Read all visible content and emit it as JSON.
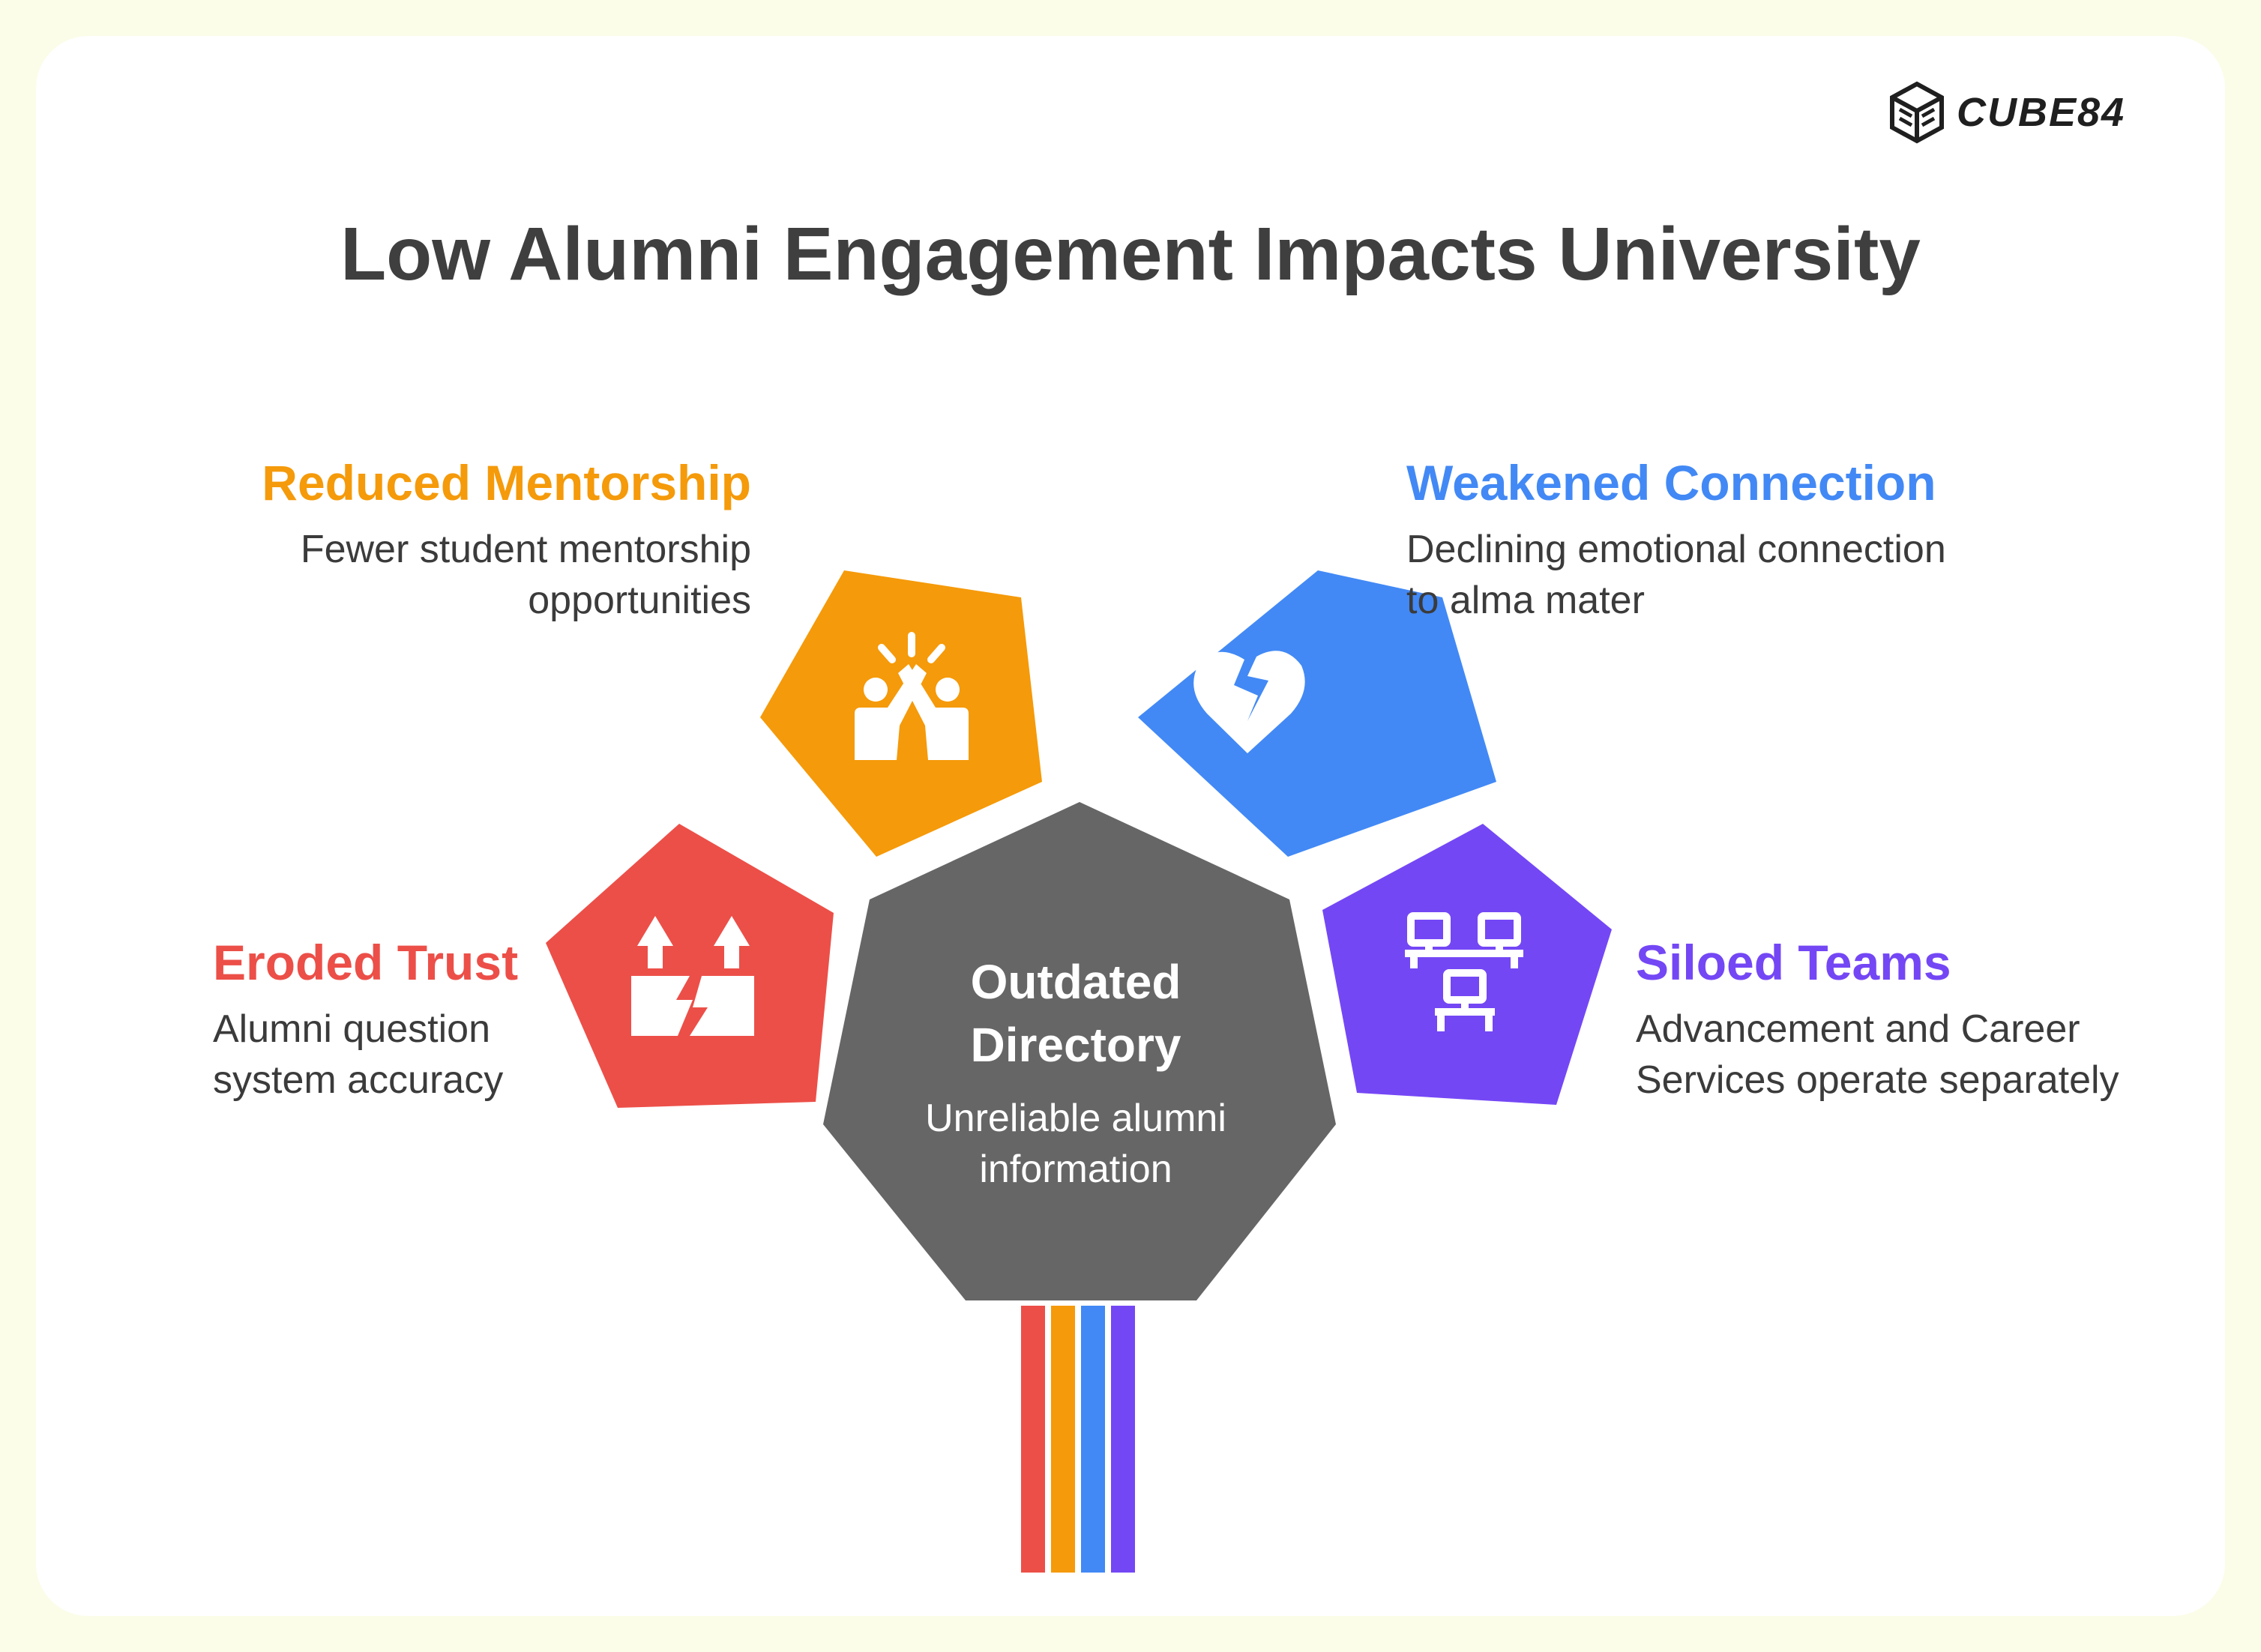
{
  "brand": {
    "logo_text": "CUBE84"
  },
  "title": "Low Alumni Engagement Impacts University",
  "center": {
    "title": "Outdated Directory",
    "description": "Unreliable alumni information",
    "color": "#666666"
  },
  "items": {
    "mentorship": {
      "title": "Reduced Mentorship",
      "description": "Fewer student mentorship opportunities",
      "color": "#f59a0a",
      "icon": "high-five-icon"
    },
    "connection": {
      "title": "Weakened Connection",
      "description": "Declining emotional connection to alma mater",
      "color": "#4289f5",
      "icon": "broken-heart-icon"
    },
    "trust": {
      "title": "Eroded Trust",
      "description": "Alumni question system accuracy",
      "color": "#ec4f48",
      "icon": "broken-ground-icon"
    },
    "siloed": {
      "title": "Siloed Teams",
      "description": "Advancement and Career Services operate separately",
      "color": "#7447f5",
      "icon": "network-icon"
    }
  },
  "stripes": [
    "#ec4f48",
    "#f59a0a",
    "#4289f5",
    "#7447f5"
  ]
}
